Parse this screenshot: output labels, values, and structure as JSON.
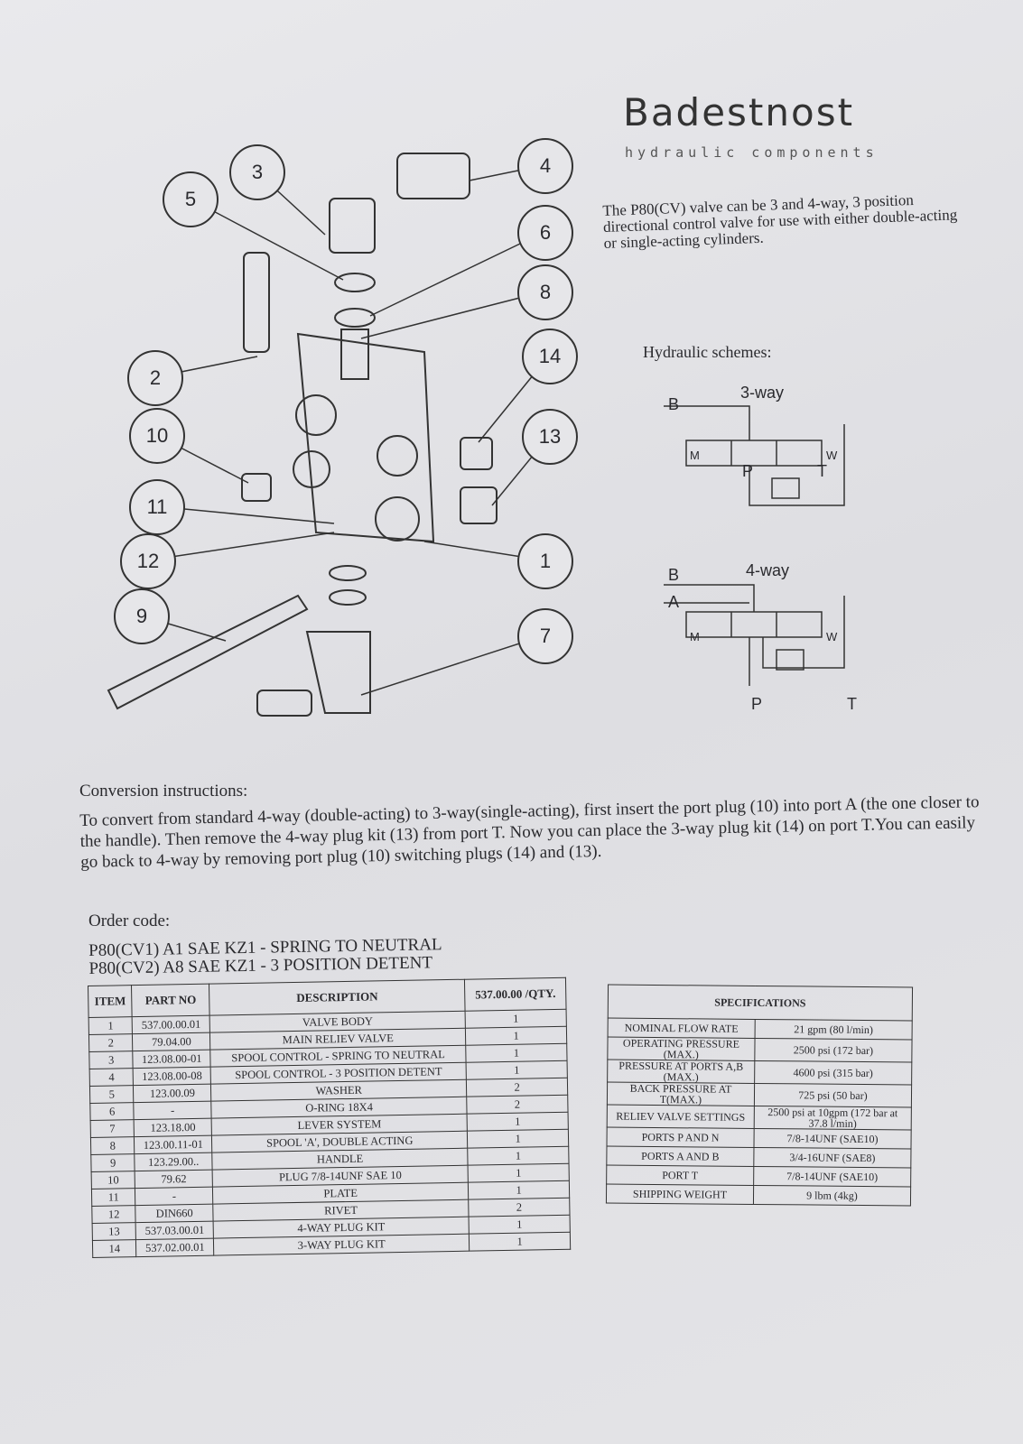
{
  "brand": {
    "name": "Badestnost",
    "tagline": "hydraulic components"
  },
  "intro": "The P80(CV) valve can be 3 and 4-way, 3 position directional control valve for use with either double-acting or single-acting cylinders.",
  "schemes": {
    "title": "Hydraulic schemes:",
    "three_way": "3-way",
    "four_way": "4-way",
    "B": "B",
    "A": "A",
    "P": "P",
    "T": "T",
    "M": "M",
    "W": "W"
  },
  "callouts": [
    "1",
    "2",
    "3",
    "4",
    "5",
    "6",
    "7",
    "8",
    "9",
    "10",
    "11",
    "12",
    "13",
    "14"
  ],
  "conversion": {
    "title": "Conversion instructions:",
    "text": "To convert from standard 4-way (double-acting) to 3-way(single-acting), first insert the port plug (10) into port A (the one closer to the handle). Then remove the 4-way plug kit (13) from port T. Now you can place the 3-way plug kit (14) on port T.You can easily go back to 4-way by removing port plug (10) switching plugs (14) and (13)."
  },
  "order": {
    "title": "Order code:",
    "line1": "P80(CV1) A1 SAE KZ1 - SPRING TO NEUTRAL",
    "line2": "P80(CV2) A8 SAE KZ1 - 3 POSITION DETENT"
  },
  "parts": {
    "headers": [
      "ITEM",
      "PART NO",
      "DESCRIPTION",
      "537.00.00 /QTY."
    ],
    "rows": [
      [
        "1",
        "537.00.00.01",
        "VALVE BODY",
        "1"
      ],
      [
        "2",
        "79.04.00",
        "MAIN RELIEV VALVE",
        "1"
      ],
      [
        "3",
        "123.08.00-01",
        "SPOOL CONTROL - SPRING TO NEUTRAL",
        "1"
      ],
      [
        "4",
        "123.08.00-08",
        "SPOOL CONTROL - 3 POSITION DETENT",
        "1"
      ],
      [
        "5",
        "123.00.09",
        "WASHER",
        "2"
      ],
      [
        "6",
        "-",
        "O-RING 18X4",
        "2"
      ],
      [
        "7",
        "123.18.00",
        "LEVER SYSTEM",
        "1"
      ],
      [
        "8",
        "123.00.11-01",
        "SPOOL 'A', DOUBLE ACTING",
        "1"
      ],
      [
        "9",
        "123.29.00..",
        "HANDLE",
        "1"
      ],
      [
        "10",
        "79.62",
        "PLUG 7/8-14UNF SAE 10",
        "1"
      ],
      [
        "11",
        "-",
        "PLATE",
        "1"
      ],
      [
        "12",
        "DIN660",
        "RIVET",
        "2"
      ],
      [
        "13",
        "537.03.00.01",
        "4-WAY  PLUG KIT",
        "1"
      ],
      [
        "14",
        "537.02.00.01",
        "3-WAY PLUG KIT",
        "1"
      ]
    ]
  },
  "specs": {
    "title": "SPECIFICATIONS",
    "rows": [
      [
        "NOMINAL FLOW RATE",
        "21 gpm (80 l/min)"
      ],
      [
        "OPERATING PRESSURE (MAX.)",
        "2500 psi (172 bar)"
      ],
      [
        "PRESSURE AT PORTS A,B (MAX.)",
        "4600 psi (315 bar)"
      ],
      [
        "BACK PRESSURE AT T(MAX.)",
        "725 psi (50 bar)"
      ],
      [
        "RELIEV VALVE SETTINGS",
        "2500 psi at 10gpm (172 bar at 37.8 l/min)"
      ],
      [
        "PORTS P AND N",
        "7/8-14UNF (SAE10)"
      ],
      [
        "PORTS A AND B",
        "3/4-16UNF (SAE8)"
      ],
      [
        "PORT T",
        "7/8-14UNF (SAE10)"
      ],
      [
        "SHIPPING WEIGHT",
        "9 lbm (4kg)"
      ]
    ]
  }
}
